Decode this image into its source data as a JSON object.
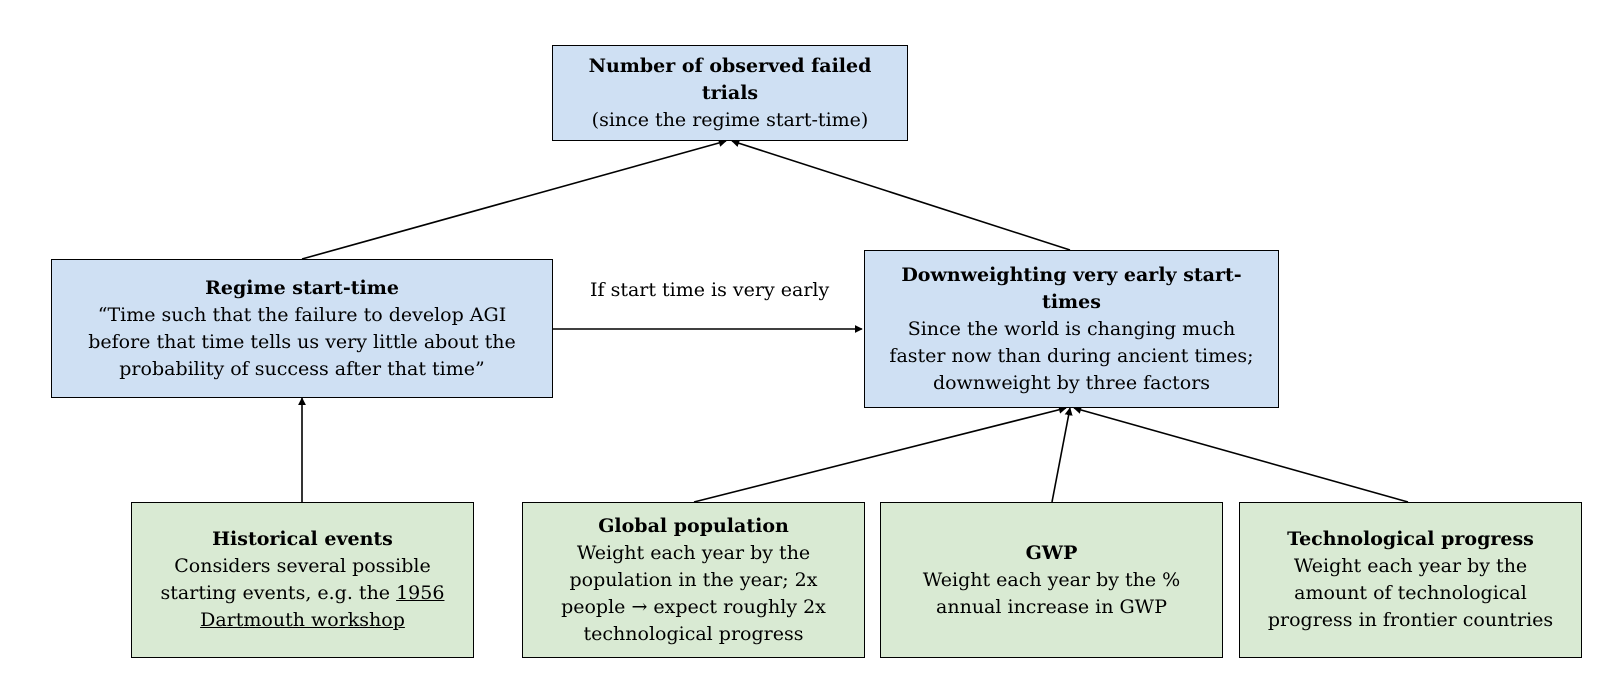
{
  "nodes": {
    "observed_trials": {
      "title": "Number of observed failed trials",
      "lines": [
        "(since the regime start-time)"
      ]
    },
    "regime_start": {
      "title": "Regime start-time",
      "lines": [
        "“Time such that the failure to develop AGI",
        "before that time tells us very little about the",
        "probability of success after that time”"
      ]
    },
    "downweighting": {
      "title": "Downweighting very early start-times",
      "lines": [
        "Since the world is changing much",
        "faster now than during ancient times;",
        "downweight by three factors"
      ]
    },
    "historical_events": {
      "title": "Historical events",
      "line1": "Considers several possible",
      "line2_prefix": "starting events, e.g. the ",
      "line2_link": "1956",
      "line3_link": "Dartmouth workshop"
    },
    "global_population": {
      "title": "Global population",
      "lines": [
        "Weight each year by the",
        "population in the year; 2x",
        "people → expect roughly  2x",
        "technological progress"
      ]
    },
    "gwp": {
      "title": "GWP",
      "lines": [
        "Weight each year by the %",
        "annual increase in GWP"
      ]
    },
    "tech_progress": {
      "title": "Technological progress",
      "lines": [
        "Weight each year by the",
        "amount of technological",
        "progress in frontier countries"
      ]
    }
  },
  "edge_labels": {
    "early_start": "If start time is very early"
  },
  "colors": {
    "blue_fill": "#cfe0f3",
    "green_fill": "#d9ead3",
    "stroke": "#000000"
  }
}
